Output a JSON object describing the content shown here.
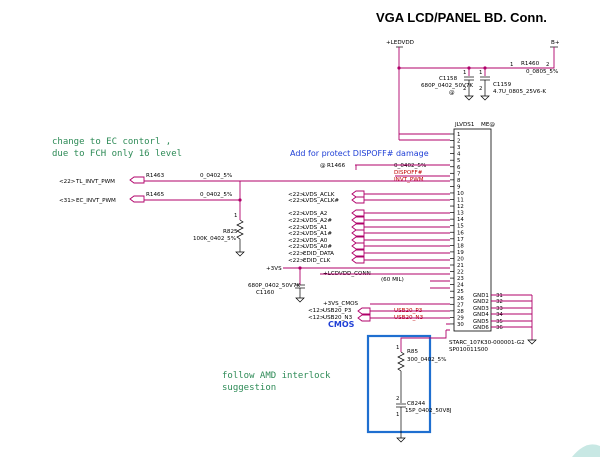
{
  "title": "VGA LCD/PANEL BD. Conn.",
  "notes": {
    "ec_line1": "change to EC contorl ,",
    "ec_line2": "due to FCH only 16 level",
    "dispoff": "Add for protect DISPOFF# damage",
    "amd_line1": "follow AMD interlock",
    "amd_line2": "suggestion",
    "cmos": "CMOS"
  },
  "power": {
    "ledvdd": "+LEDVDD",
    "bplus": "B+",
    "v3vs_a": "+3VS",
    "v3vs_b": "+3VS",
    "lcdvdd_conn": "+LCDVDD_CONN",
    "mil": "(60 MIL)",
    "v3vs_cmos": "+3VS_CMOS"
  },
  "parts": {
    "r1460": "R1460",
    "r1460_val": "0_0805_5%",
    "c1158": "C1158",
    "c1158_val": "680P_0402_50V7K",
    "c1159": "C1159",
    "c1159_val": "4.7U_0805_25V6-K",
    "r1466": "R1466",
    "r1466_val": "0_0402_5%",
    "r1463": "R1463",
    "r1463_val": "0_0402_5%",
    "r1465": "R1465",
    "r1465_val": "0_0402_5%",
    "r825": "R825",
    "r825_val": "100K_0402_5%",
    "c1160": "C1160",
    "c1160_val": "680P_0402_50V7K",
    "r85": "R85",
    "r85_val": "300_0402_5%",
    "c8244": "C8244",
    "c8244_val": "15P_0402_50V8J",
    "conn_ref": "JLVDS1",
    "conn_suffix": "ME@",
    "conn_pn": "STARC_107K30-000001-G2",
    "conn_sp": "SP010011S00"
  },
  "nets": {
    "dispoff": "DISPOFF#",
    "invt_pwm": "INVT_PWM",
    "tl_invt": "TL_INVT_PWM",
    "tl_invt_sheet": "<22>",
    "ec_invt": "EC_INVT_PWM",
    "ec_invt_sheet": "<31>",
    "lvds": [
      {
        "sheet": "<22>",
        "name": "LVDS_ACLK"
      },
      {
        "sheet": "<22>",
        "name": "LVDS_ACLK#"
      },
      {
        "sheet": "<22>",
        "name": "LVDS_A2"
      },
      {
        "sheet": "<22>",
        "name": "LVDS_A2#"
      },
      {
        "sheet": "<22>",
        "name": "LVDS_A1"
      },
      {
        "sheet": "<22>",
        "name": "LVDS_A1#"
      },
      {
        "sheet": "<22>",
        "name": "LVDS_A0"
      },
      {
        "sheet": "<22>",
        "name": "LVDS_A0#"
      },
      {
        "sheet": "<22>",
        "name": "EDID_DATA"
      },
      {
        "sheet": "<22>",
        "name": "EDID_CLK"
      }
    ],
    "usb_p": "USB20_P3",
    "usb_n": "USB20_N3",
    "usb_sheet_p": "<12>",
    "usb_sheet_n": "<12>",
    "usb_conn_p": "USB20_P3",
    "usb_conn_n": "USB20_N3"
  },
  "pins_left": [
    "1",
    "2",
    "3",
    "4",
    "5",
    "6",
    "7",
    "8",
    "9",
    "10",
    "11",
    "12",
    "13",
    "14",
    "15",
    "16",
    "17",
    "18",
    "19",
    "20",
    "21",
    "22",
    "23",
    "24",
    "25",
    "26",
    "27",
    "28",
    "29",
    "30"
  ],
  "pins_gnd": [
    "GND1",
    "GND2",
    "GND3",
    "GND4",
    "GND5",
    "GND6"
  ],
  "pins_gnd_num": [
    "31",
    "32",
    "33",
    "34",
    "35",
    "36"
  ],
  "pin_marks": {
    "one": "1",
    "two": "2",
    "at": "@",
    "at2": "@"
  }
}
